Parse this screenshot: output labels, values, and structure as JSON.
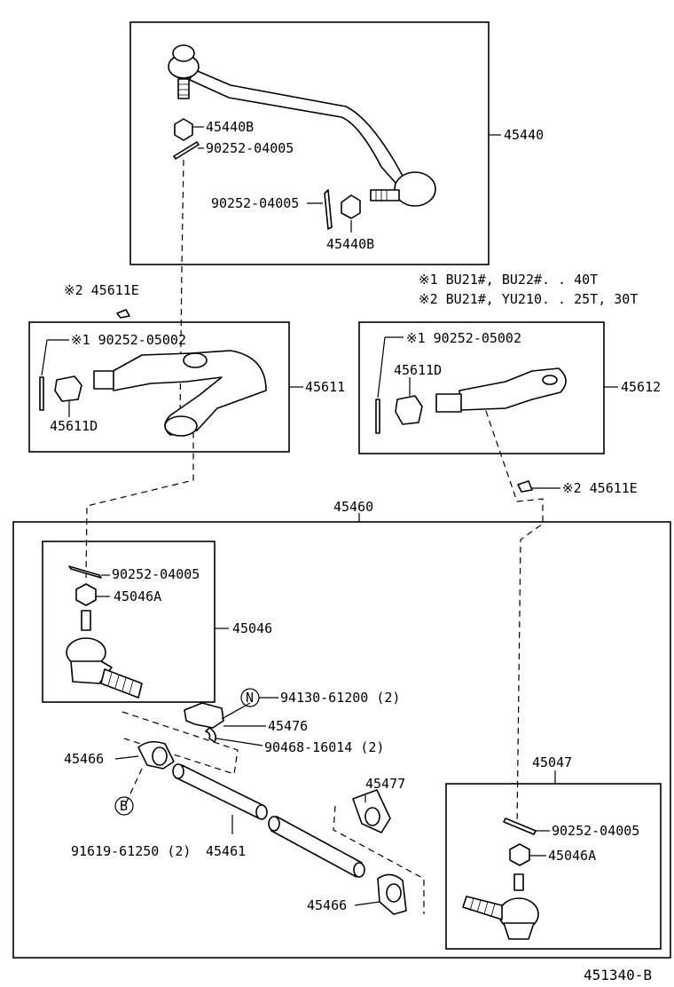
{
  "diagram_id": "451340-B",
  "notes": {
    "note1": "※1 BU21#, BU22#. . 40T",
    "note2": "※2 BU21#, YU210. . 25T, 30T"
  },
  "labels": {
    "p45440": "45440",
    "p45440b_top": "45440B",
    "p90252_top": "90252-04005",
    "p90252_mid": "90252-04005",
    "p45440b_bottom": "45440B",
    "p45611e_left": "※2 45611E",
    "p90252_05002_left": "※1 90252-05002",
    "p45611d_left": "45611D",
    "p45611": "45611",
    "p90252_05002_right": "※1  90252-05002",
    "p45611d_right": "45611D",
    "p45612": "45612",
    "p45611e_right": "※2 45611E",
    "p45460": "45460",
    "p90252_inner_left": "90252-04005",
    "p45046a_left": "45046A",
    "p45046": "45046",
    "n_circle": "N",
    "p94130": "94130-61200 (2)",
    "p45476": "45476",
    "p90468": "90468-16014 (2)",
    "p45466_upper": "45466",
    "b_circle": "B",
    "p91619": "91619-61250 (2)",
    "p45461": "45461",
    "p45477": "45477",
    "p45466_lower": "45466",
    "p45047": "45047",
    "p90252_inner_right": "90252-04005",
    "p45046a_right": "45046A"
  }
}
